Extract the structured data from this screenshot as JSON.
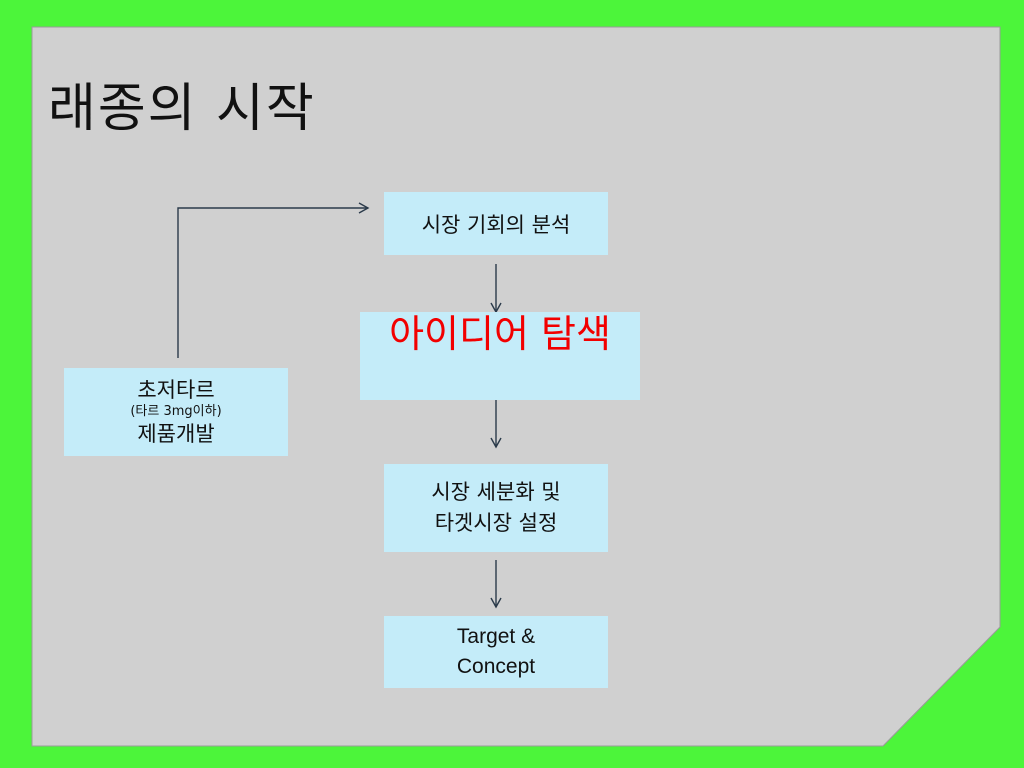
{
  "colors": {
    "background": "#4cf53a",
    "panel": "#d0d0d0",
    "box": "#c4ecf9",
    "highlight_text": "#f20000",
    "connector": "#2a3a4a"
  },
  "title": "래종의 시작",
  "nodes": {
    "market_analysis": "시장 기회의 분석",
    "idea_search": "아이디어 탐색",
    "segmentation_line1": "시장 세분화 및",
    "segmentation_line2": "타겟시장 설정",
    "target_line1": "Target &",
    "target_line2": "Concept",
    "product_line1": "초저타르",
    "product_line2": "(타르 3mg이하)",
    "product_line3": "제품개발"
  }
}
